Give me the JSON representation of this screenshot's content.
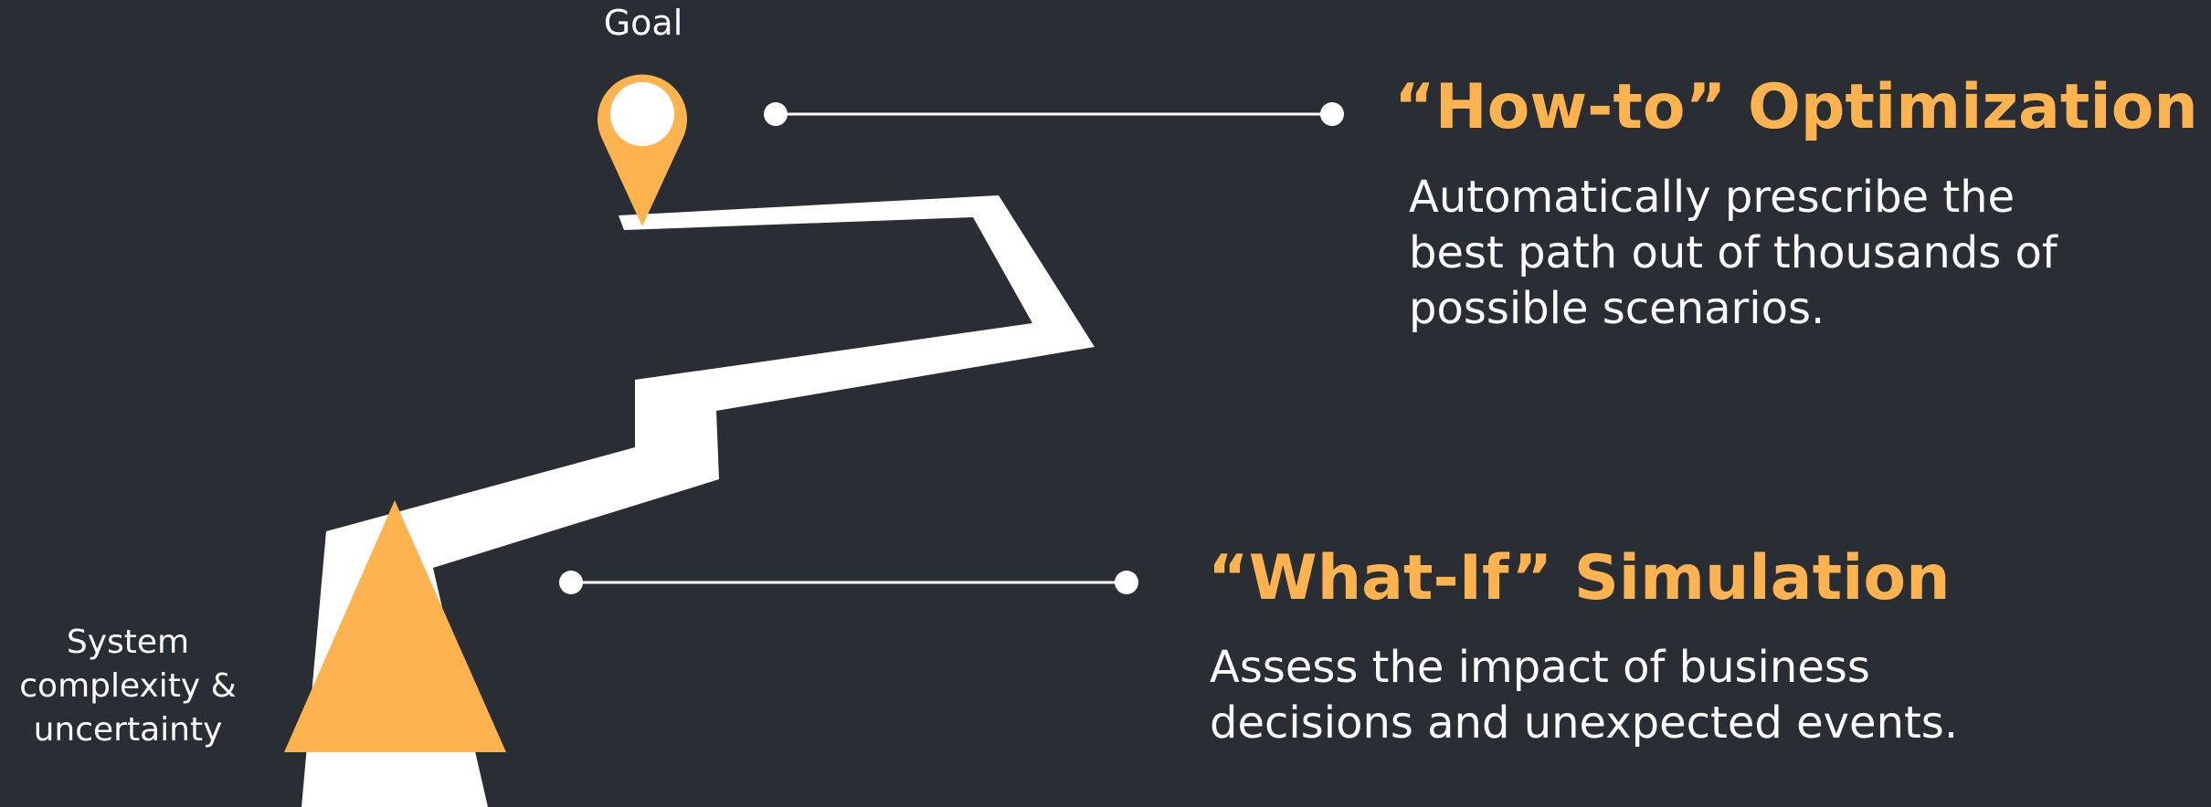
{
  "colors": {
    "background": "#282e33",
    "accent": "#ffb34e",
    "path": "#ffffff",
    "text": "#ffffff"
  },
  "diagram": {
    "goal_label": "Goal",
    "goal_marker_icon": "map-pin-icon",
    "start_label_lines": [
      "System",
      "complexity &",
      "uncertainty"
    ],
    "start_marker_icon": "triangle-icon"
  },
  "sections": {
    "howto": {
      "title": "“How-to” Optimization",
      "description_lines": [
        "Automatically prescribe the",
        "best path out of thousands of",
        "possible scenarios."
      ]
    },
    "whatif": {
      "title": "“What-If” Simulation",
      "description_lines": [
        "Assess the impact of business",
        "decisions and unexpected events."
      ]
    }
  }
}
